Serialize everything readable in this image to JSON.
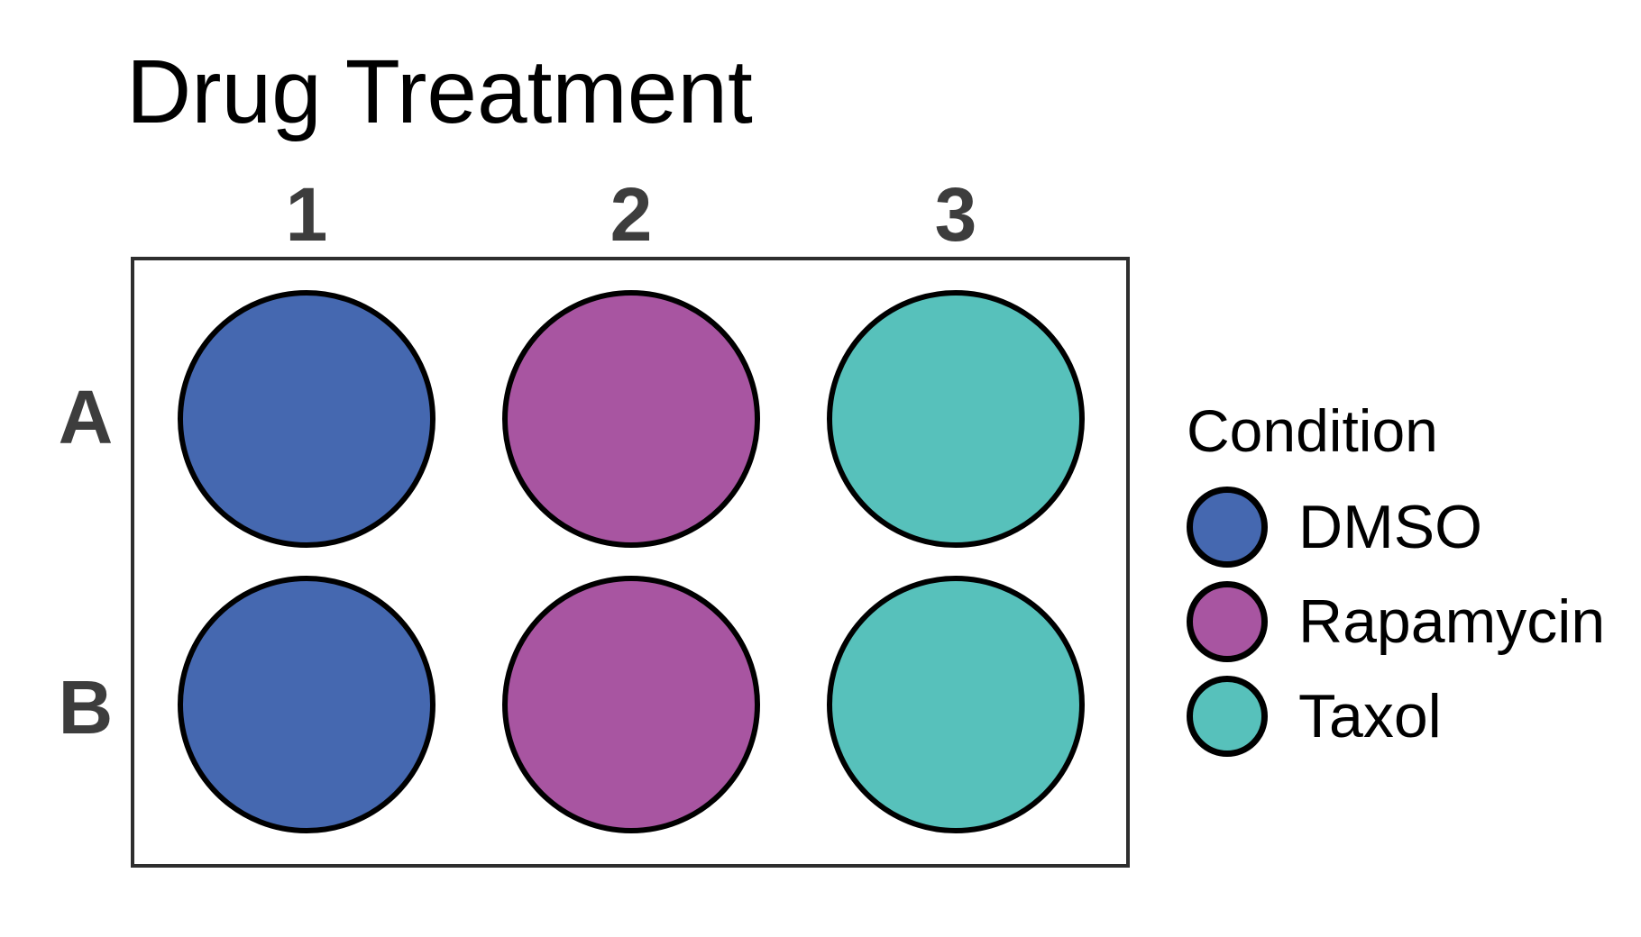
{
  "figure": {
    "title": "Drug Treatment"
  },
  "plate": {
    "column_labels": [
      "1",
      "2",
      "3"
    ],
    "row_labels": [
      "A",
      "B"
    ],
    "wells": [
      {
        "id": "A1",
        "row": "A",
        "column": "1",
        "condition": "DMSO",
        "color": "#4568b0"
      },
      {
        "id": "A2",
        "row": "A",
        "column": "2",
        "condition": "Rapamycin",
        "color": "#a855a1"
      },
      {
        "id": "A3",
        "row": "A",
        "column": "3",
        "condition": "Taxol",
        "color": "#57c1bb"
      },
      {
        "id": "B1",
        "row": "B",
        "column": "1",
        "condition": "DMSO",
        "color": "#4568b0"
      },
      {
        "id": "B2",
        "row": "B",
        "column": "2",
        "condition": "Rapamycin",
        "color": "#a855a1"
      },
      {
        "id": "B3",
        "row": "B",
        "column": "3",
        "condition": "Taxol",
        "color": "#57c1bb"
      }
    ]
  },
  "legend": {
    "title": "Condition",
    "items": [
      {
        "label": "DMSO",
        "color": "#4568b0"
      },
      {
        "label": "Rapamycin",
        "color": "#a855a1"
      },
      {
        "label": "Taxol",
        "color": "#57c1bb"
      }
    ]
  },
  "colors": {
    "background": "#ffffff",
    "title_text": "#000000",
    "row_col_label_text": "#3d3d3d",
    "plate_border": "#2e2e2e",
    "well_outline": "#000000",
    "dmso": "#4568b0",
    "rapamycin": "#a855a1",
    "taxol": "#57c1bb"
  },
  "chart_data": {
    "type": "heatmap",
    "title": "Drug Treatment",
    "rows": [
      "A",
      "B"
    ],
    "columns": [
      "1",
      "2",
      "3"
    ],
    "values": [
      [
        "DMSO",
        "Rapamycin",
        "Taxol"
      ],
      [
        "DMSO",
        "Rapamycin",
        "Taxol"
      ]
    ],
    "legend_title": "Condition",
    "legend_entries": [
      "DMSO",
      "Rapamycin",
      "Taxol"
    ],
    "series_colors": {
      "DMSO": "#4568b0",
      "Rapamycin": "#a855a1",
      "Taxol": "#57c1bb"
    },
    "legend_position": "right",
    "grid": false,
    "marker": "circle"
  }
}
